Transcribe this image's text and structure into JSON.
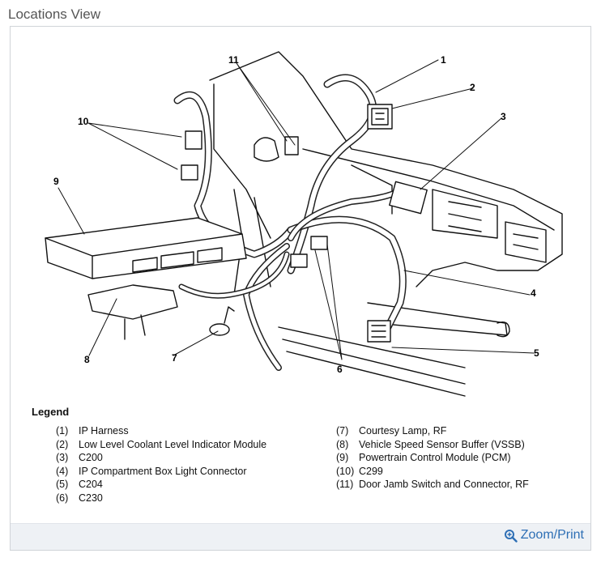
{
  "page": {
    "title": "Locations View",
    "zoom_label": "Zoom/Print",
    "zoom_icon": "magnifier-plus-icon",
    "accent_color": "#2e6fb5"
  },
  "diagram": {
    "callouts": [
      "1",
      "2",
      "3",
      "4",
      "5",
      "6",
      "7",
      "8",
      "9",
      "10",
      "11"
    ]
  },
  "legend": {
    "title": "Legend",
    "left_items": [
      {
        "num": "(1)",
        "label": "IP Harness"
      },
      {
        "num": "(2)",
        "label": "Low Level Coolant Level Indicator Module"
      },
      {
        "num": "(3)",
        "label": "C200"
      },
      {
        "num": "(4)",
        "label": "IP Compartment Box Light Connector"
      },
      {
        "num": "(5)",
        "label": "C204"
      },
      {
        "num": "(6)",
        "label": "C230"
      }
    ],
    "right_items": [
      {
        "num": "(7)",
        "label": "Courtesy Lamp, RF"
      },
      {
        "num": "(8)",
        "label": "Vehicle Speed Sensor Buffer (VSSB)"
      },
      {
        "num": "(9)",
        "label": "Powertrain Control Module (PCM)"
      },
      {
        "num": "(10)",
        "label": "C299"
      },
      {
        "num": "(11)",
        "label": "Door Jamb Switch and Connector, RF"
      }
    ]
  }
}
